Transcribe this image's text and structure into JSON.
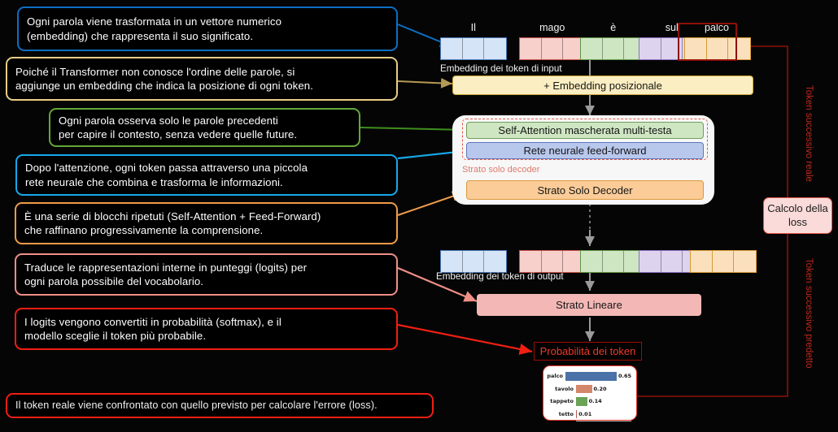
{
  "callouts": [
    {
      "id": "embedding",
      "color": "#0d6fc4",
      "text": "Ogni parola viene trasformata in un vettore numerico\n(embedding) che rappresenta il suo significato."
    },
    {
      "id": "positional",
      "color": "#e8cd86",
      "text": "Poiché il Transformer non conosce l'ordine delle parole, si\naggiunge un embedding che indica la posizione di ogni token."
    },
    {
      "id": "masked-attn",
      "color": "#62a83a",
      "text": "Ogni parola osserva solo le parole precedenti\nper capire il contesto, senza vedere quelle future."
    },
    {
      "id": "feedforward",
      "color": "#17a8e8",
      "text": "Dopo l'attenzione, ogni token passa attraverso una piccola\nrete neurale che combina e trasforma le informazioni."
    },
    {
      "id": "decoder-stack",
      "color": "#ef9b4a",
      "text": "È una serie di blocchi ripetuti (Self-Attention + Feed-Forward)\nche raffinano progressivamente la comprensione."
    },
    {
      "id": "linear",
      "color": "#ef8f87",
      "text": "Traduce le rappresentazioni interne in punteggi (logits) per\nogni parola possibile del vocabolario."
    },
    {
      "id": "softmax",
      "color": "#f01f12",
      "text": "I logits vengono convertiti in probabilità (softmax), e il\nmodello sceglie il token più probabile."
    },
    {
      "id": "loss",
      "color": "#f01f12",
      "text": "Il token reale viene confrontato con quello  previsto per calcolare l'errore (loss)."
    }
  ],
  "diagram": {
    "input_tokens": [
      {
        "label": "Il",
        "fill": "#d6e4f7",
        "stroke": "#4a79b5",
        "highlight": false
      },
      {
        "label": "mago",
        "fill": "#f7cfcb",
        "stroke": "#c9524a",
        "highlight": false
      },
      {
        "label": "è",
        "fill": "#cfe6c3",
        "stroke": "#5f9447",
        "highlight": false
      },
      {
        "label": "sul",
        "fill": "#ded3ef",
        "stroke": "#8a6fc0",
        "highlight": false
      },
      {
        "label": "palco",
        "fill": "#fbe0bd",
        "stroke": "#d79c34",
        "highlight": true
      }
    ],
    "input_caption": "Embedding dei token di input",
    "positional_label": "+ Embedding posizionale",
    "attention_label": "Self-Attention mascherata multi-testa",
    "feedforward_label": "Rete neurale feed-forward",
    "decoder_layer_small_label": "Strato solo decoder",
    "decoder_block_label": "Strato Solo Decoder",
    "output_tokens": [
      {
        "fill": "#d6e4f7",
        "stroke": "#4a79b5"
      },
      {
        "fill": "#f7cfcb",
        "stroke": "#c9524a"
      },
      {
        "fill": "#cfe6c3",
        "stroke": "#5f9447"
      },
      {
        "fill": "#ded3ef",
        "stroke": "#8a6fc0"
      },
      {
        "fill": "#fbe0bd",
        "stroke": "#d79c34"
      }
    ],
    "output_caption": "Embedding dei token di output",
    "linear_label": "Strato Lineare",
    "probability_label": "Probabilità dei token",
    "loss_label": "Calcolo della loss",
    "vlabel_real": "Token successivo reale",
    "vlabel_pred": "Token successivo predetto"
  },
  "chart_data": {
    "type": "bar",
    "orientation": "horizontal",
    "categories": [
      "palco",
      "tavolo",
      "tappeto",
      "tetto"
    ],
    "values": [
      0.65,
      0.2,
      0.14,
      0.01
    ],
    "value_labels": [
      "0.65",
      "0.20",
      "0.14",
      "0.01"
    ],
    "colors": [
      "#4a72a8",
      "#d4876a",
      "#6aa355",
      "#b55b52"
    ],
    "title": "",
    "xlabel": "",
    "ylabel": "",
    "xlim": [
      0,
      0.72
    ],
    "grid": false,
    "legend": null
  }
}
